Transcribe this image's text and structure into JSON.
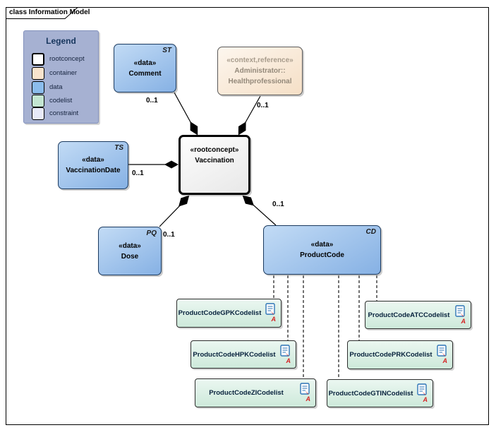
{
  "window": {
    "title": "class Information Model"
  },
  "legend": {
    "title": "Legend",
    "items": [
      {
        "key": "rootconcept",
        "label": "rootconcept"
      },
      {
        "key": "container",
        "label": "container"
      },
      {
        "key": "data",
        "label": "data"
      },
      {
        "key": "codelist",
        "label": "codelist"
      },
      {
        "key": "constraint",
        "label": "constraint"
      }
    ]
  },
  "nodes": {
    "comment": {
      "stereotype": "«data»",
      "name": "Comment",
      "type_tag": "ST"
    },
    "administrator": {
      "stereotype": "«context,reference»",
      "name_line1": "Administrator::",
      "name_line2": "Healthprofessional"
    },
    "vaccination": {
      "stereotype": "«rootconcept»",
      "name": "Vaccination"
    },
    "vaccination_date": {
      "stereotype": "«data»",
      "name": "VaccinationDate",
      "type_tag": "TS"
    },
    "dose": {
      "stereotype": "«data»",
      "name": "Dose",
      "type_tag": "PQ"
    },
    "product_code": {
      "stereotype": "«data»",
      "name": "ProductCode",
      "type_tag": "CD"
    }
  },
  "codelists": [
    {
      "label": "ProductCodeGPKCodelist",
      "marker": "A"
    },
    {
      "label": "ProductCodeATCCodelist",
      "marker": "A"
    },
    {
      "label": "ProductCodeHPKCodelist",
      "marker": "A"
    },
    {
      "label": "ProductCodePRKCodelist",
      "marker": "A"
    },
    {
      "label": "ProductCodeZICodelist",
      "marker": "A"
    },
    {
      "label": "ProductCodeGTINCodelist",
      "marker": "A"
    }
  ],
  "multiplicities": {
    "comment": "0..1",
    "administrator": "0..1",
    "vaccination_date": "0..1",
    "dose": "0..1",
    "product_code": "0..1"
  },
  "colors": {
    "data_fill": "#a9ccf0",
    "container_fill": "#f8e3cd",
    "codelist_fill": "#d9efe3",
    "constraint_fill": "#e8eaf8",
    "rootconcept_fill": "#f5f5f5",
    "legend_bg": "#a6b1d2",
    "connector": "#000000",
    "icon_blue": "#2e75b6",
    "marker_red": "#d42222"
  }
}
